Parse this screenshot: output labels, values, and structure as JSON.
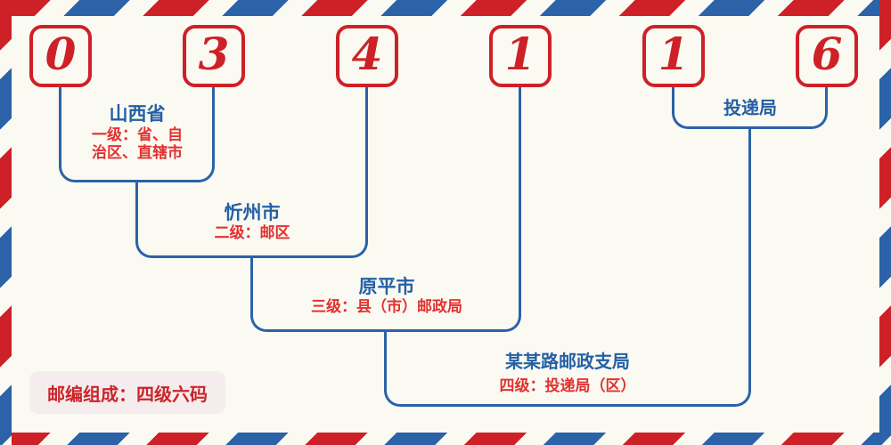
{
  "postal_code": {
    "value": "034116",
    "digits": [
      "0",
      "3",
      "4",
      "1",
      "1",
      "6"
    ]
  },
  "levels": [
    {
      "place": "山西省",
      "desc": "一级：省、自治区、直辖市",
      "desc_lines": [
        "一级：省、自",
        "治区、直辖市"
      ]
    },
    {
      "place": "忻州市",
      "desc": "二级：邮区"
    },
    {
      "place": "原平市",
      "desc": "三级：县（市）邮政局"
    },
    {
      "place": "某某路邮政支局",
      "desc": "四级：投递局（区）"
    }
  ],
  "delivery_office_label": "投递局",
  "footer_badge": "邮编组成：四级六码",
  "colors": {
    "stripe_red": "#ce2127",
    "stripe_blue": "#2b62a8",
    "text_red": "#e2312f",
    "text_blue": "#2560a6",
    "digit_red": "#ce2127",
    "background": "#fafaf2",
    "badge_background": "#f5eced"
  }
}
